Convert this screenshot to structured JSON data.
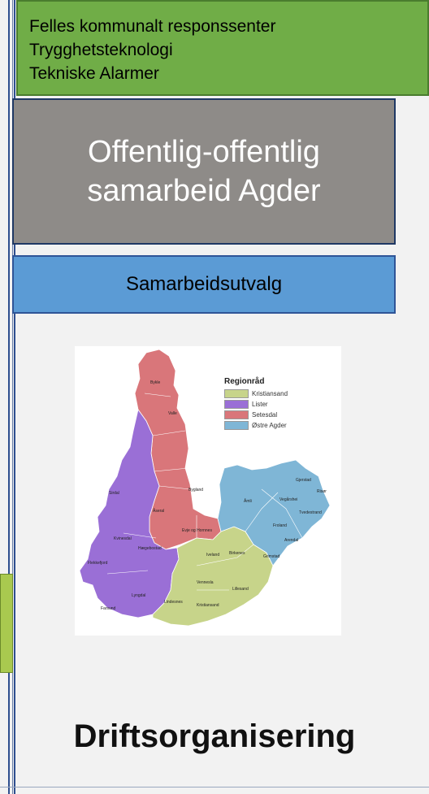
{
  "header": {
    "lines": [
      "Felles kommunalt responssenter",
      "Trygghetsteknologi",
      "Tekniske Alarmer"
    ]
  },
  "main_box": {
    "title_line1": "Offentlig-offentlig",
    "title_line2": "samarbeid Agder"
  },
  "sub_box": {
    "label": "Samarbeidsutvalg"
  },
  "map": {
    "legend_title": "Regionråd",
    "legend": [
      {
        "label": "Kristiansand",
        "color": "#c7d48a"
      },
      {
        "label": "Lister",
        "color": "#9a6fd6"
      },
      {
        "label": "Setesdal",
        "color": "#d9767a"
      },
      {
        "label": "Østre Agder",
        "color": "#7fb6d6"
      }
    ],
    "labels": {
      "bykle": "Bykle",
      "valle": "Valle",
      "bygland": "Bygland",
      "aseral": "Åseral",
      "evje": "Evje og Hornnes",
      "sirdal": "Sirdal",
      "kvinesdal": "Kvinesdal",
      "haegebostad": "Hægebostad",
      "flekkefjord": "Flekkefjord",
      "farsund": "Farsund",
      "lyngdal": "Lyngdal",
      "lindesnes": "Lindesnes",
      "iveland": "Iveland",
      "birkenes": "Birkenes",
      "vennesla": "Vennesla",
      "lillesand": "Lillesand",
      "kristiansand": "Kristiansand",
      "amli": "Åmli",
      "gjerstad": "Gjerstad",
      "vegarshei": "Vegårshei",
      "froland": "Froland",
      "tvedestrand": "Tvedestrand",
      "risor": "Risør",
      "arendal": "Arendal",
      "grimstad": "Grimstad"
    }
  },
  "footer": {
    "title": "Driftsorganisering"
  },
  "colors": {
    "green": "#70ad47",
    "gray": "#8e8b88",
    "blue": "#5b9bd5"
  }
}
